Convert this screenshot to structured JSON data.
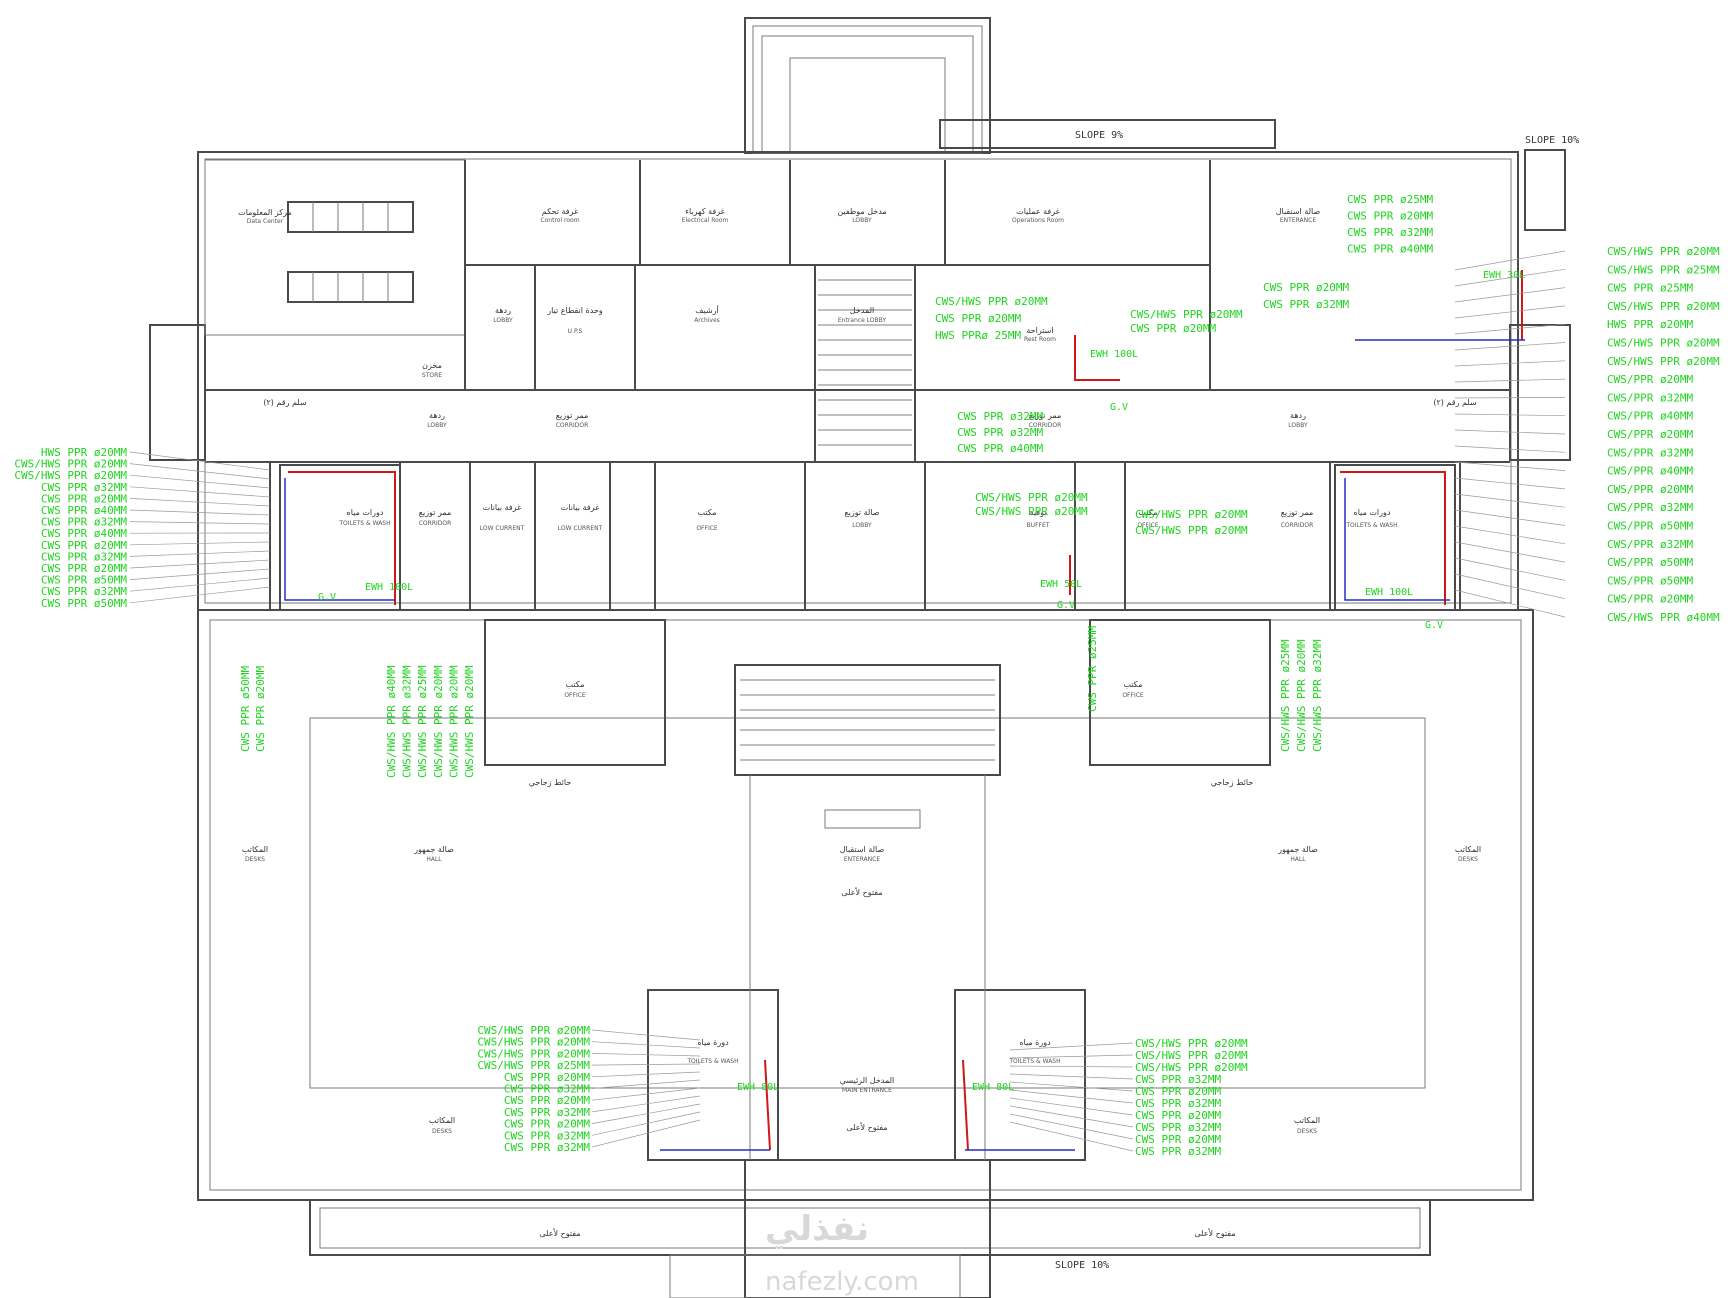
{
  "slopes": {
    "top_center": "SLOPE 9%",
    "top_right": "SLOPE 10%",
    "bottom": "SLOPE 10%"
  },
  "rooms": {
    "data_center": "مركز المعلومات",
    "data_center_en": "Data Center",
    "control": "غرفة تحكم",
    "control_en": "Control room",
    "electrical": "غرفة كهرباء",
    "electrical_en": "Electrical Room",
    "staff_lobby": "مدخل موظفين",
    "staff_lobby_en": "LOBBY",
    "operations": "غرفة عمليات",
    "operations_en": "Operations Room",
    "reception_right": "صالة استقبال",
    "reception_right_en": "ENTERANCE",
    "lobby_left": "ردهة",
    "lobby_left_en": "LOBBY",
    "ups": "وحدة انقطاع تيار",
    "ups_en": "U.P.S",
    "archive": "أرشيف",
    "archive_en": "Archives",
    "entrance_lobby": "المدخل",
    "entrance_lobby_en": "Entrance LOBBY",
    "rest_room": "استراحة",
    "rest_room_en": "Rest Room",
    "store": "مخزن",
    "store_en": "STORE",
    "stair_left": "سلم رقم (٢)",
    "stair_right": "سلم رقم (٢)",
    "lobby2": "ردهة",
    "lobby2_en": "LOBBY",
    "corridor_top": "ممر توزيع",
    "corridor_top_en": "CORRIDOR",
    "corridor_mid": "ممر توزيع",
    "corridor_mid_en": "CORRIDOR",
    "lobby_right": "ردهة",
    "lobby_right_en": "LOBBY",
    "toilets_left": "دورات مياه",
    "toilets_left_en": "TOILETS & WASH",
    "corridor_left": "ممر توزيع",
    "corridor_left_en": "CORRIDOR",
    "low_current1": "غرفة بيانات",
    "low_current1_en": "LOW CURRENT",
    "low_current2": "غرفة بيانات",
    "low_current2_en": "LOW CURRENT",
    "office1": "مكتب",
    "office1_en": "OFFICE",
    "dist_hall": "صالة توزيع",
    "dist_hall_en": "LOBBY",
    "buffet": "بوفيه",
    "buffet_en": "BUFFET",
    "office2": "مكتب",
    "office2_en": "OFFICE",
    "corridor_right": "ممر توزيع",
    "corridor_right_en": "CORRIDOR",
    "toilets_right": "دورات مياه",
    "toilets_right_en": "TOILETS & WASH",
    "office3": "مكتب",
    "office3_en": "OFFICE",
    "office4": "مكتب",
    "office4_en": "OFFICE",
    "glass_wall_left": "حائط زجاجي",
    "glass_wall_right": "حائط زجاجي",
    "desks_left": "المكاتب",
    "desks_left_en": "DESKS",
    "hall_left": "صالة جمهور",
    "hall_left_en": "HALL",
    "reception_center": "صالة استقبال",
    "reception_center_en": "ENTERANCE",
    "open_above_center": "مفتوح لأعلى",
    "hall_right": "صالة جمهور",
    "hall_right_en": "HALL",
    "desks_right": "المكاتب",
    "desks_right_en": "DESKS",
    "toilet_bl": "دورة مياه",
    "toilet_bl_en": "TOILETS & WASH",
    "main_entrance": "المدخل الرئيسي",
    "main_entrance_en": "MAIN ENTRANCE",
    "open_above_main": "مفتوح لأعلى",
    "toilet_br": "دورة مياه",
    "toilet_br_en": "TOILETS & WASH",
    "desks_bl": "المكاتب",
    "desks_bl_en": "DESKS",
    "desks_br": "المكاتب",
    "desks_br_en": "DESKS",
    "open_above_bl": "مفتوح لأعلى",
    "open_above_br": "مفتوح لأعلى"
  },
  "fixtures": {
    "ewh_30": "EWH 30L",
    "ewh_100a": "EWH 100L",
    "ewh_100b": "EWH 100L",
    "ewh_100c": "EWH 100L",
    "ewh_50": "EWH 50L",
    "ewh_80a": "EWH 80L",
    "ewh_80b": "EWH 80L",
    "gv": "G.V"
  },
  "pipes": {
    "left_stack": [
      "HWS PPR ø20MM",
      "CWS/HWS PPR ø20MM",
      "CWS/HWS PPR ø20MM",
      "CWS PPR ø32MM",
      "CWS PPR ø20MM",
      "CWS PPR ø40MM",
      "CWS PPR ø32MM",
      "CWS PPR ø40MM",
      "CWS PPR ø20MM",
      "CWS PPR ø32MM",
      "CWS PPR ø20MM",
      "CWS PPR ø50MM",
      "CWS PPR ø32MM",
      "CWS PPR ø50MM"
    ],
    "right_stack": [
      "CWS/HWS PPR ø20MM",
      "CWS/HWS PPR ø25MM",
      "CWS PPR ø25MM",
      "CWS/HWS PPR ø20MM",
      "HWS PPR ø20MM",
      "CWS/HWS PPR ø20MM",
      "CWS/HWS PPR ø20MM",
      "CWS/PPR ø20MM",
      "CWS/PPR ø32MM",
      "CWS/PPR ø40MM",
      "CWS/PPR ø20MM",
      "CWS/PPR ø32MM",
      "CWS/PPR ø40MM",
      "CWS/PPR ø20MM",
      "CWS/PPR ø32MM",
      "CWS/PPR ø50MM",
      "CWS/PPR ø32MM",
      "CWS/PPR ø50MM",
      "CWS/PPR ø50MM",
      "CWS/PPR ø20MM",
      "CWS/HWS PPR ø40MM"
    ],
    "top_right_stack": [
      "CWS PPR ø25MM",
      "CWS PPR ø20MM",
      "CWS PPR ø32MM",
      "CWS PPR ø40MM"
    ],
    "top_right_mid": [
      "CWS PPR ø20MM",
      "CWS PPR ø32MM"
    ],
    "rest_room": [
      "CWS/HWS PPR ø20MM",
      "CWS PPR ø20MM",
      "HWS PPRø 25MM"
    ],
    "rest_room_right": [
      "CWS/HWS PPR ø20MM",
      "CWS PPR ø20MM"
    ],
    "corridor": [
      "CWS PPR ø32MM",
      "CWS PPR ø32MM",
      "CWS PPR ø40MM"
    ],
    "buffet": [
      "CWS/HWS PPR ø20MM",
      "CWS/HWS PPR ø20MM"
    ],
    "office_right": [
      "CWS/HWS PPR ø20MM",
      "CWS/HWS PPR ø20MM"
    ],
    "vertical_left_a": [
      "CWS PPR ø50MM",
      "CWS PPR ø20MM"
    ],
    "vertical_left_b": [
      "CWS/HWS PPR ø40MM",
      "CWS/HWS PPR ø32MM",
      "CWS/HWS PPR ø25MM",
      "CWS/HWS PPR ø20MM",
      "CWS/HWS PPR ø20MM",
      "CWS/HWS PPR ø20MM"
    ],
    "vertical_mid": [
      "CWS PPR ø25MM"
    ],
    "vertical_right": [
      "CWS/HWS PPR ø25MM",
      "CWS/HWS PPR ø20MM",
      "CWS/HWS PPR ø32MM"
    ],
    "bottom_left": [
      "CWS/HWS PPR ø20MM",
      "CWS/HWS PPR ø20MM",
      "CWS/HWS PPR ø20MM",
      "CWS/HWS PPR ø25MM",
      "CWS PPR ø20MM",
      "CWS PPR ø32MM",
      "CWS PPR ø20MM",
      "CWS PPR ø32MM",
      "CWS PPR ø20MM",
      "CWS PPR ø32MM",
      "CWS PPR ø32MM"
    ],
    "bottom_right": [
      "CWS/HWS PPR ø20MM",
      "CWS/HWS PPR ø20MM",
      "CWS/HWS PPR ø20MM",
      "CWS PPR ø32MM",
      "CWS PPR ø20MM",
      "CWS PPR ø32MM",
      "CWS PPR ø20MM",
      "CWS PPR ø32MM",
      "CWS PPR ø20MM",
      "CWS PPR ø32MM"
    ]
  },
  "watermark": {
    "arabic": "نفذلي",
    "latin": "nafezly.com"
  }
}
